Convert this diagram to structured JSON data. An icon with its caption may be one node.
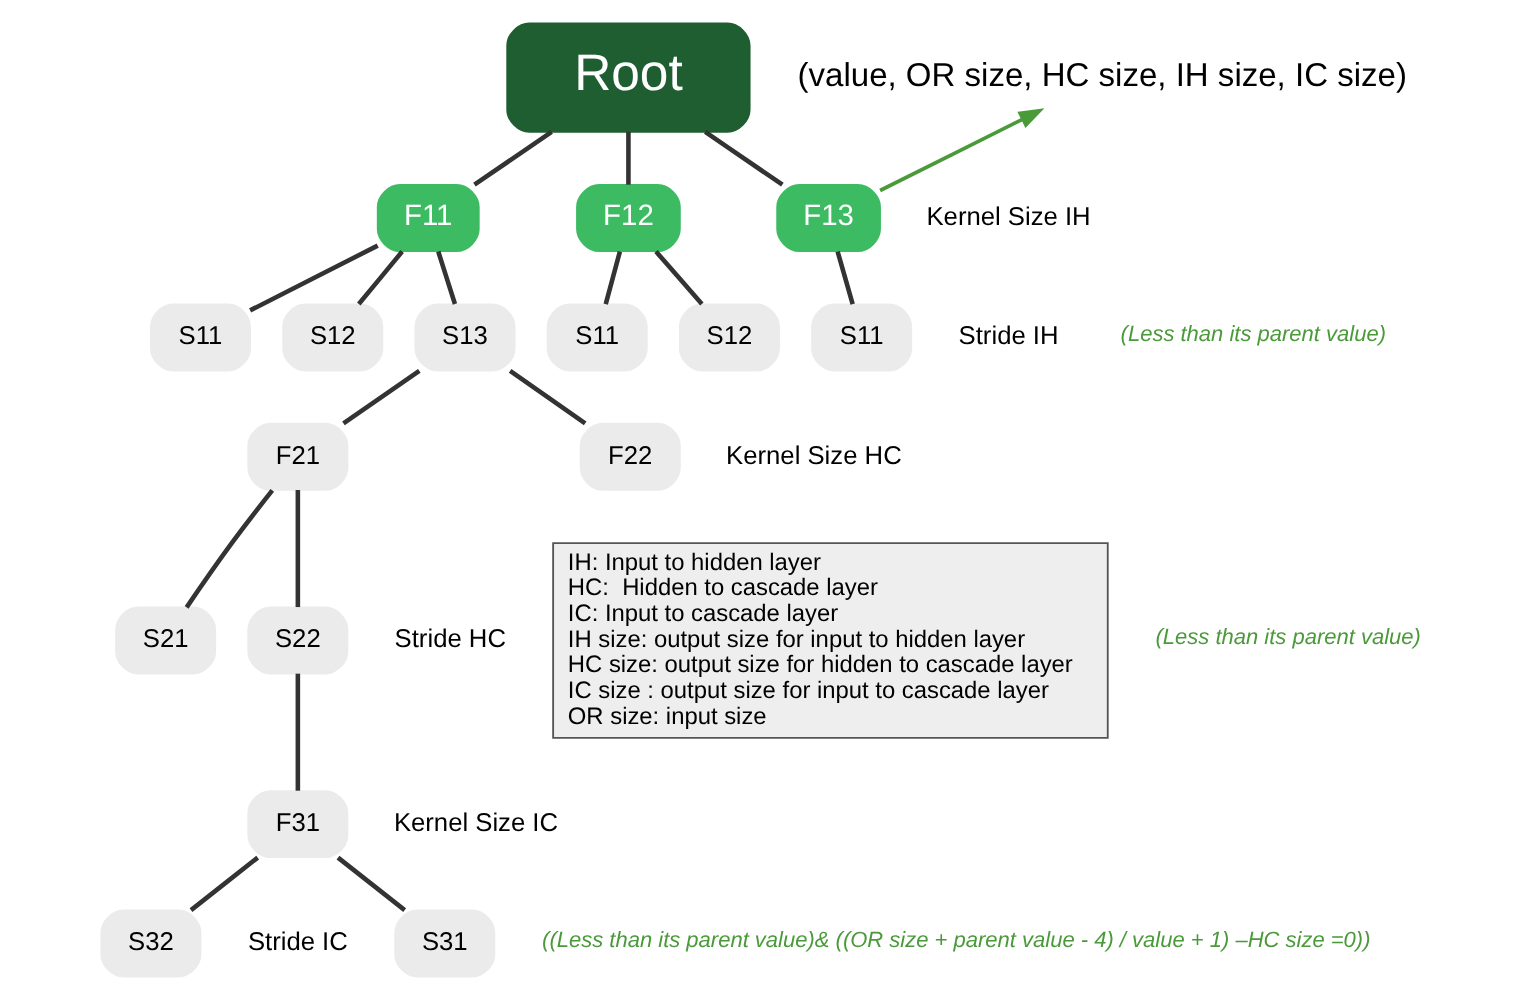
{
  "diagram": {
    "nodes": [
      {
        "text": [
          "Root"
        ]
      },
      {
        "text": [
          "(value, OR size, HC size, IH size, IC size)"
        ]
      },
      {
        "text": [
          "F11"
        ]
      },
      {
        "text": [
          "F12"
        ]
      },
      {
        "text": [
          "F13"
        ],
        "beside": [
          "Kernel Size IH"
        ]
      },
      {
        "text": [
          "S11"
        ]
      },
      {
        "text": [
          "S12"
        ]
      },
      {
        "text": [
          "S13"
        ]
      },
      {
        "text": [
          "S11"
        ]
      },
      {
        "text": [
          "S12"
        ]
      },
      {
        "text": [
          "S11"
        ],
        "beside": [
          "Stride IH"
        ]
      },
      {
        "text": [
          "F21"
        ]
      },
      {
        "text": [
          "F22"
        ],
        "beside": [
          "Kernel Size HC"
        ]
      },
      {
        "text": [
          "S21"
        ]
      },
      {
        "text": [
          "S22"
        ],
        "beside": [
          "Stride HC"
        ]
      },
      {
        "text": [
          "F31"
        ],
        "beside": [
          "Kernel Size IC"
        ]
      },
      {
        "text": [
          "S31"
        ],
        "beside": [
          "Stride IC"
        ]
      },
      {
        "text": [
          "S32"
        ]
      },
      {
        "text": [
          "IH: Input to hidden layer",
          "HC:  Hidden to cascade layer",
          "IC: Input to cascade layer",
          "IH size: output size for input to hidden layer",
          "HC size: output size for hidden to cascade layer",
          "IC size : output size for input to cascade layer",
          "OR size: input size"
        ]
      }
    ],
    "edges": [
      {
        "from": 0,
        "to": 2,
        "arrow": "none"
      },
      {
        "from": 0,
        "to": 3,
        "arrow": "none"
      },
      {
        "from": 0,
        "to": 4,
        "arrow": "none"
      },
      {
        "from": 4,
        "to": 1,
        "arrow": "to",
        "color": "#4a9a3a"
      },
      {
        "from": 2,
        "to": 5,
        "arrow": "none"
      },
      {
        "from": 2,
        "to": 6,
        "arrow": "none"
      },
      {
        "from": 2,
        "to": 7,
        "arrow": "none"
      },
      {
        "from": 3,
        "to": 8,
        "arrow": "none"
      },
      {
        "from": 3,
        "to": 9,
        "arrow": "none"
      },
      {
        "from": 4,
        "to": 10,
        "arrow": "none"
      },
      {
        "from": 7,
        "to": 11,
        "arrow": "none"
      },
      {
        "from": 7,
        "to": 12,
        "arrow": "none"
      },
      {
        "from": 11,
        "to": 13,
        "arrow": "none"
      },
      {
        "from": 11,
        "to": 14,
        "arrow": "none"
      },
      {
        "from": 14,
        "to": 15,
        "arrow": "none"
      },
      {
        "from": 15,
        "to": 16,
        "arrow": "none"
      },
      {
        "from": 15,
        "to": 17,
        "arrow": "none"
      }
    ],
    "labels": [
      "(Less than its parent value)",
      "(Less than its parent value)",
      "((Less than its parent value)& ((OR size + parent value - 4) / value + 1) –HC size =0))"
    ]
  }
}
